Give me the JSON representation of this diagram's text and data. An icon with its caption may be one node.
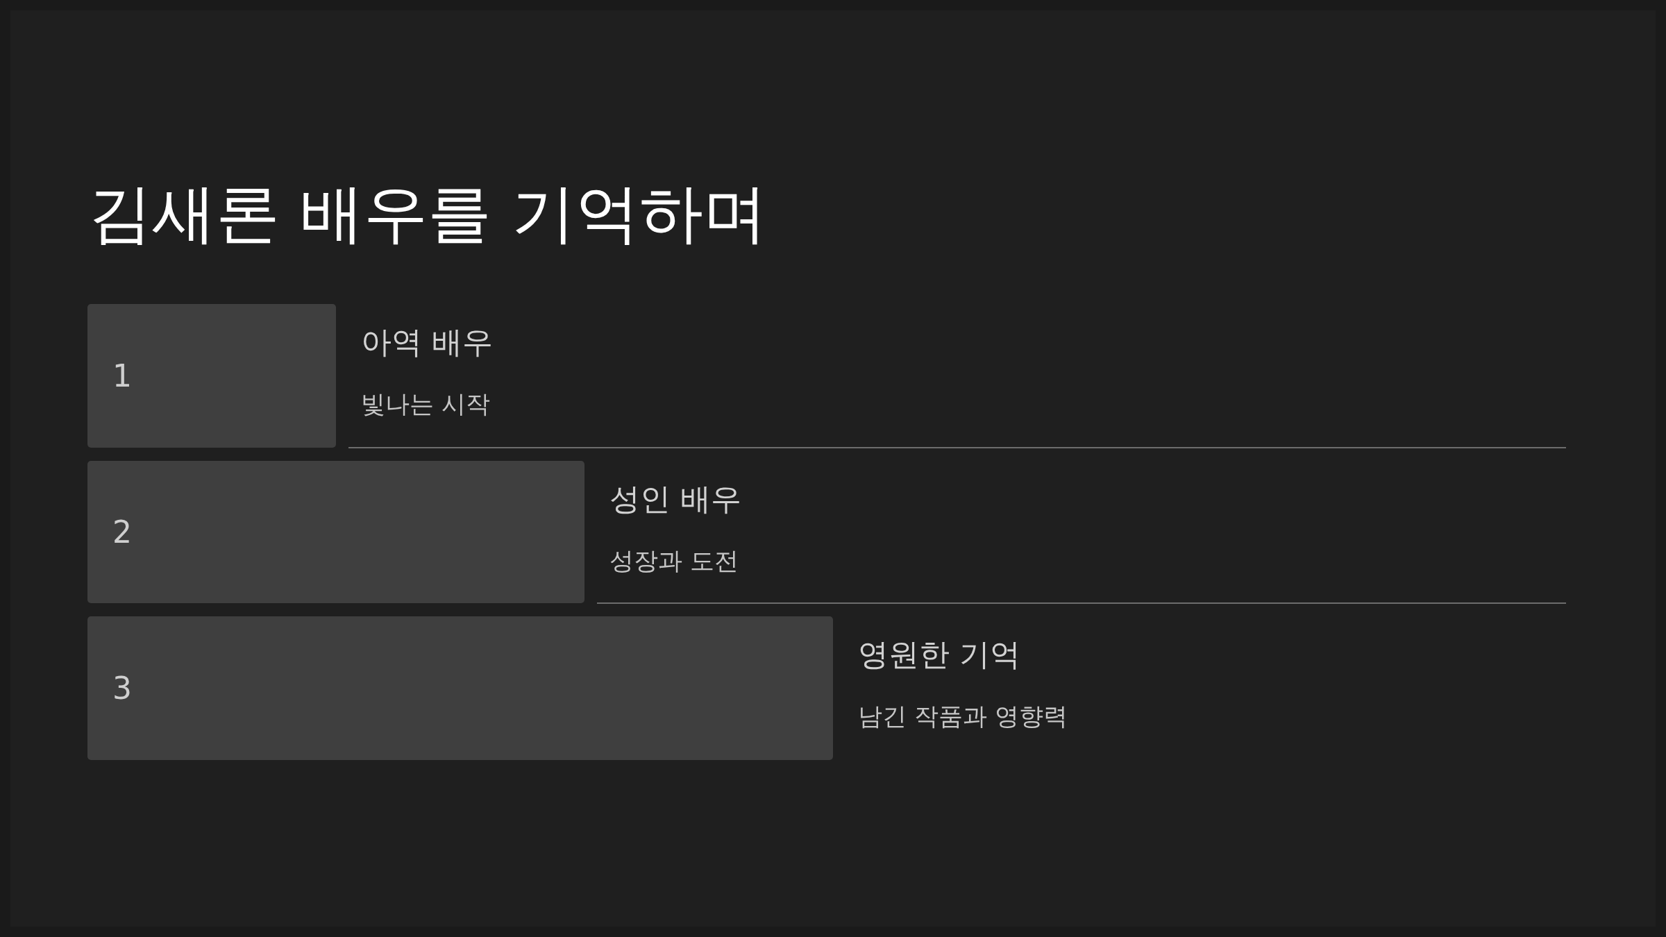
{
  "diagram": {
    "title": "김새론 배우를 기억하며",
    "nodes": [
      {
        "text": [
          "1"
        ],
        "beside": [
          "아역 배우",
          "빛나는 시작"
        ]
      },
      {
        "text": [
          "2"
        ],
        "beside": [
          "성인 배우",
          "성장과 도전"
        ]
      },
      {
        "text": [
          "3"
        ],
        "beside": [
          "영원한 기억",
          "남긴 작품과 영향력"
        ]
      }
    ],
    "edges": []
  }
}
